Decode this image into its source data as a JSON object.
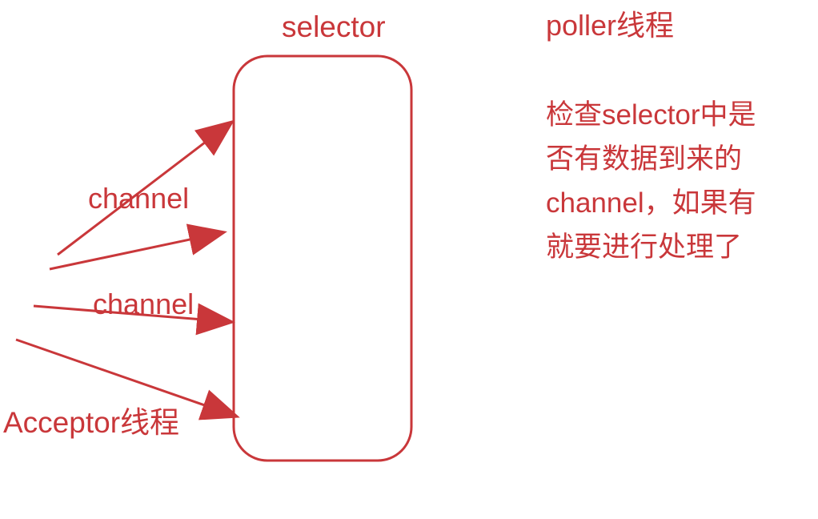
{
  "diagram": {
    "selector_label": "selector",
    "poller": {
      "title": "poller线程",
      "description_lines": [
        "检查selector中是",
        "否有数据到来的",
        "channel，如果有",
        "就要进行处理了"
      ]
    },
    "channel_labels": [
      "channel",
      "channel"
    ],
    "acceptor_label": "Acceptor线程",
    "colors": {
      "stroke": "#c9373a",
      "text": "#c9373a",
      "background": "#ffffff"
    },
    "shapes": {
      "selector_box": "rounded-rectangle",
      "arrows": [
        "arrow-to-selector",
        "arrow-to-selector",
        "arrow-to-selector",
        "arrow-to-selector"
      ]
    }
  }
}
